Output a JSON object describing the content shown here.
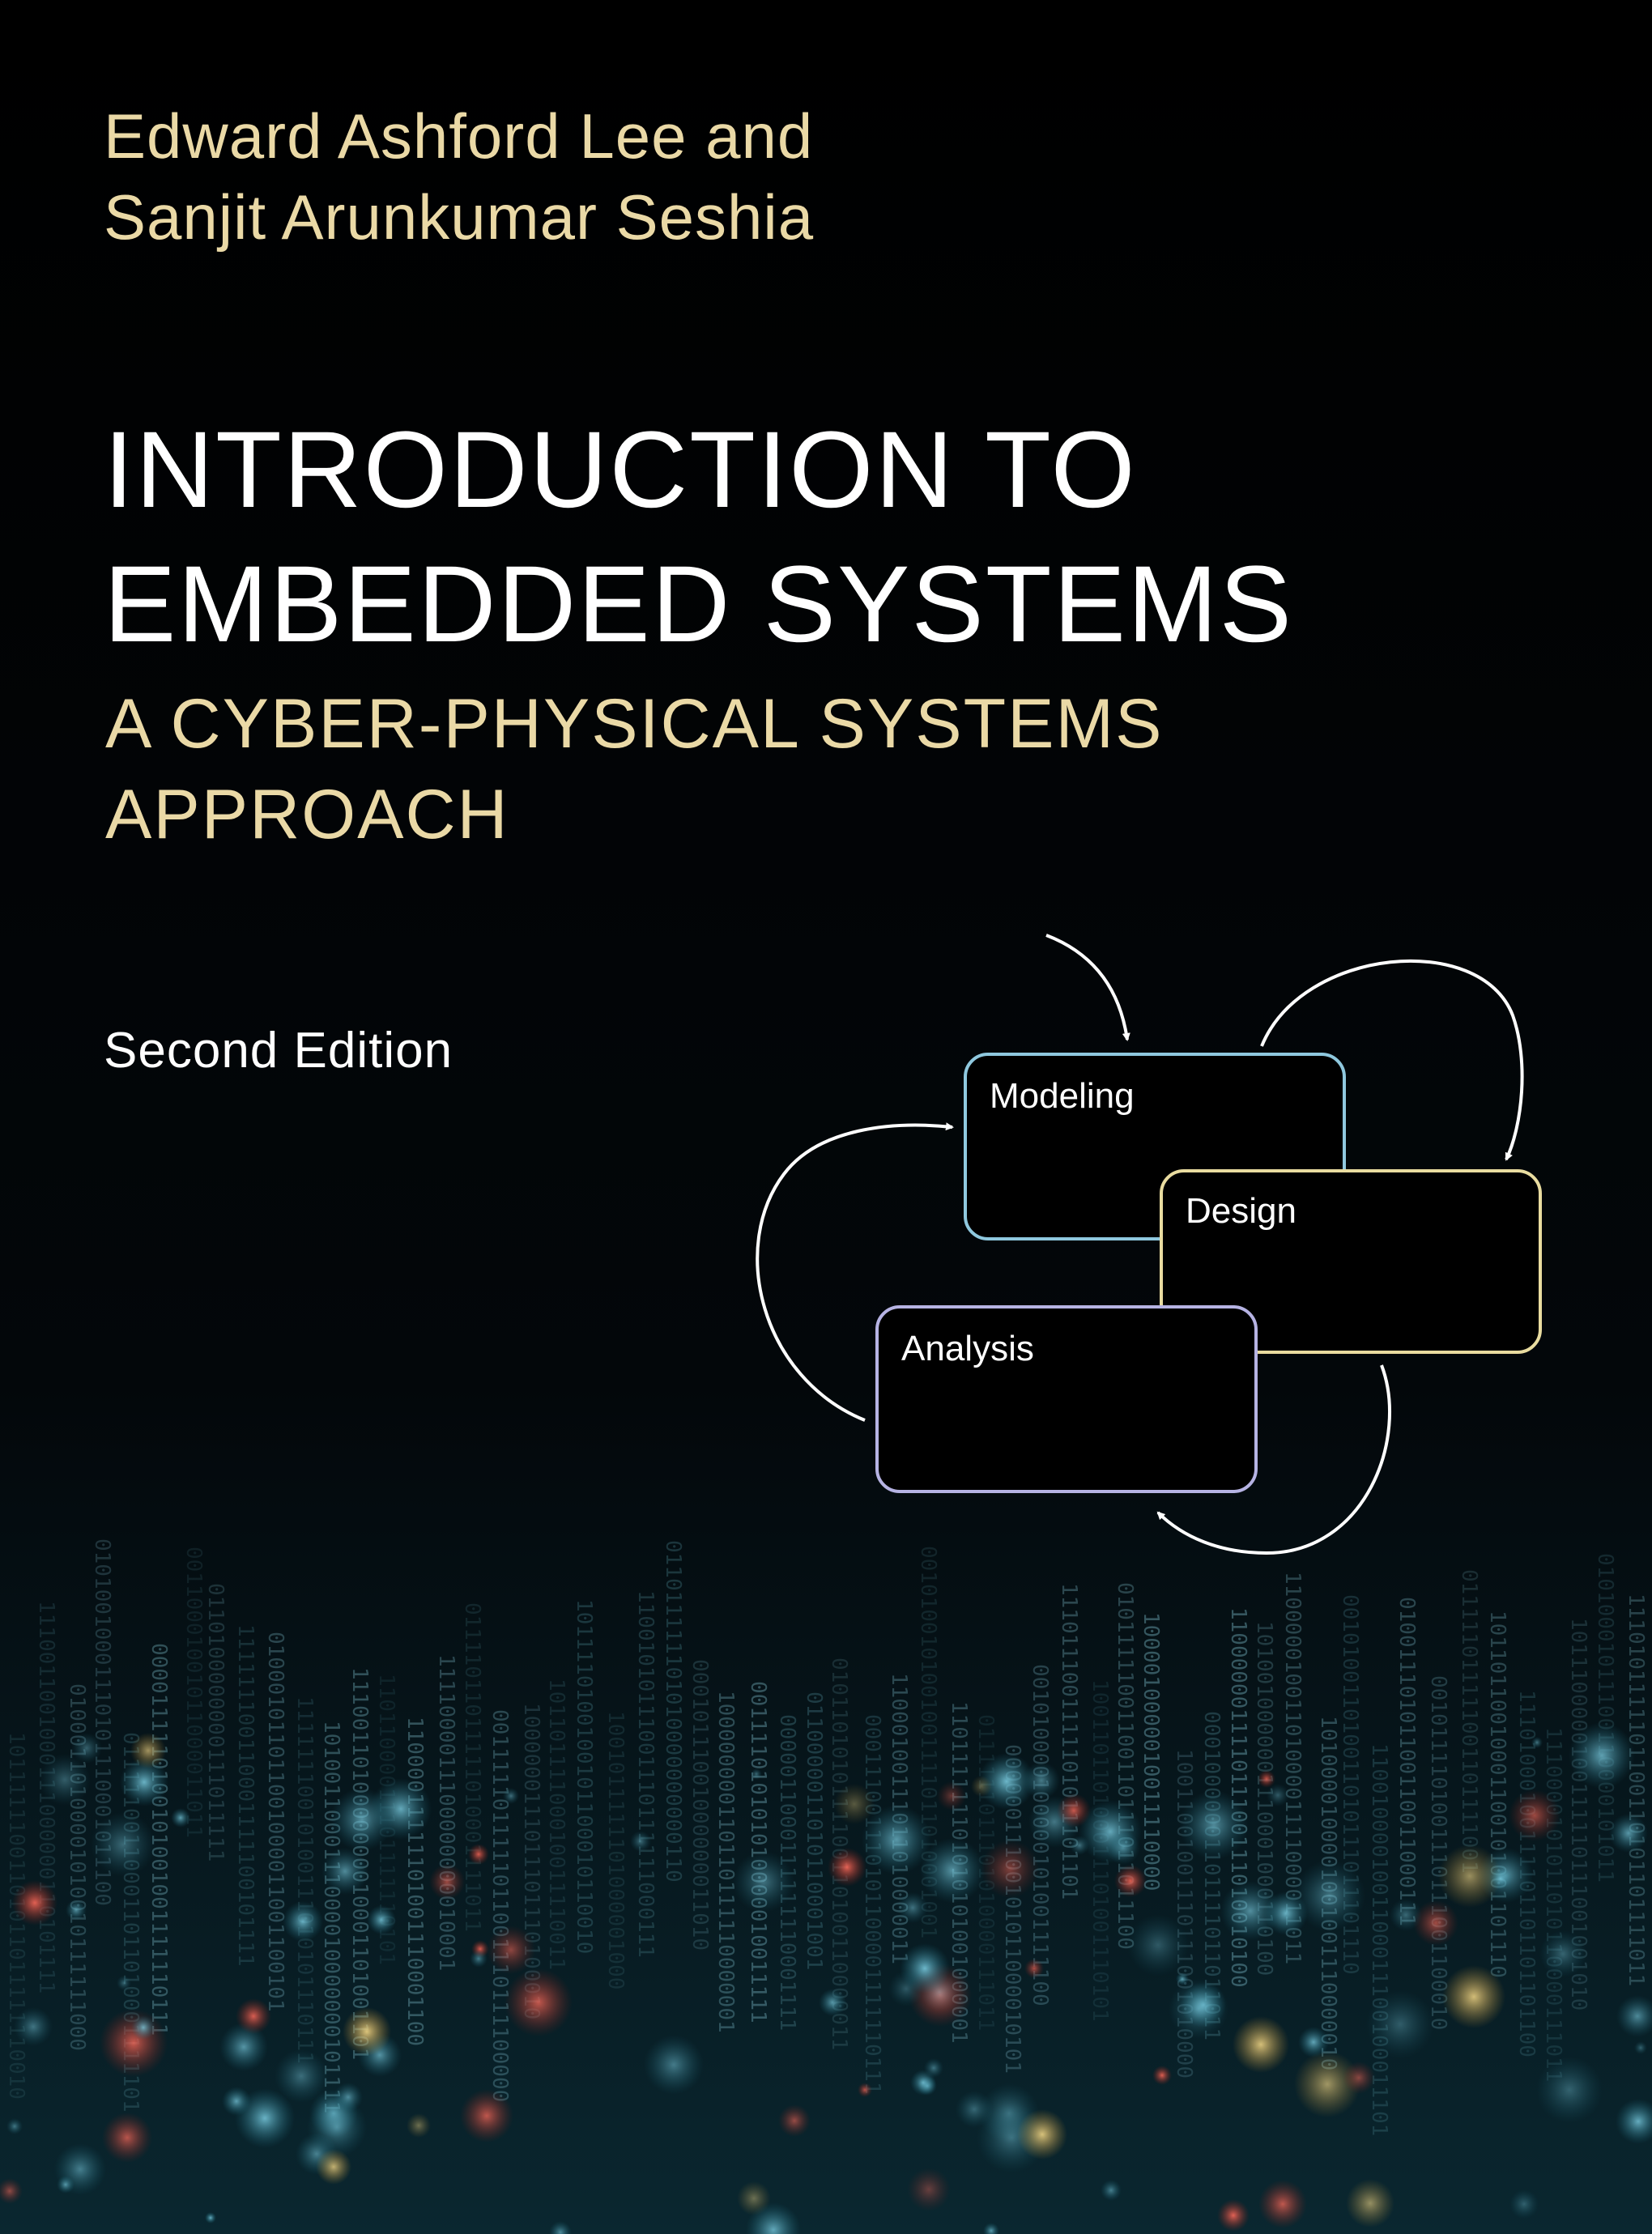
{
  "authors": {
    "line1": "Edward Ashford Lee and",
    "line2": "Sanjit Arunkumar Seshia"
  },
  "title": {
    "line1": "INTRODUCTION TO",
    "line2": "EMBEDDED SYSTEMS"
  },
  "subtitle": {
    "line1": "A CYBER-PHYSICAL SYSTEMS",
    "line2": "APPROACH"
  },
  "edition": "Second Edition",
  "diagram": {
    "modeling": "Modeling",
    "design": "Design",
    "analysis": "Analysis"
  },
  "colors": {
    "background": "#020203",
    "title": "#ffffff",
    "accent_gold": "#ead9a6",
    "modeling_border": "#8fc8de",
    "design_border": "#e9dca0",
    "analysis_border": "#b6b3e3",
    "arrow": "#ffffff"
  }
}
